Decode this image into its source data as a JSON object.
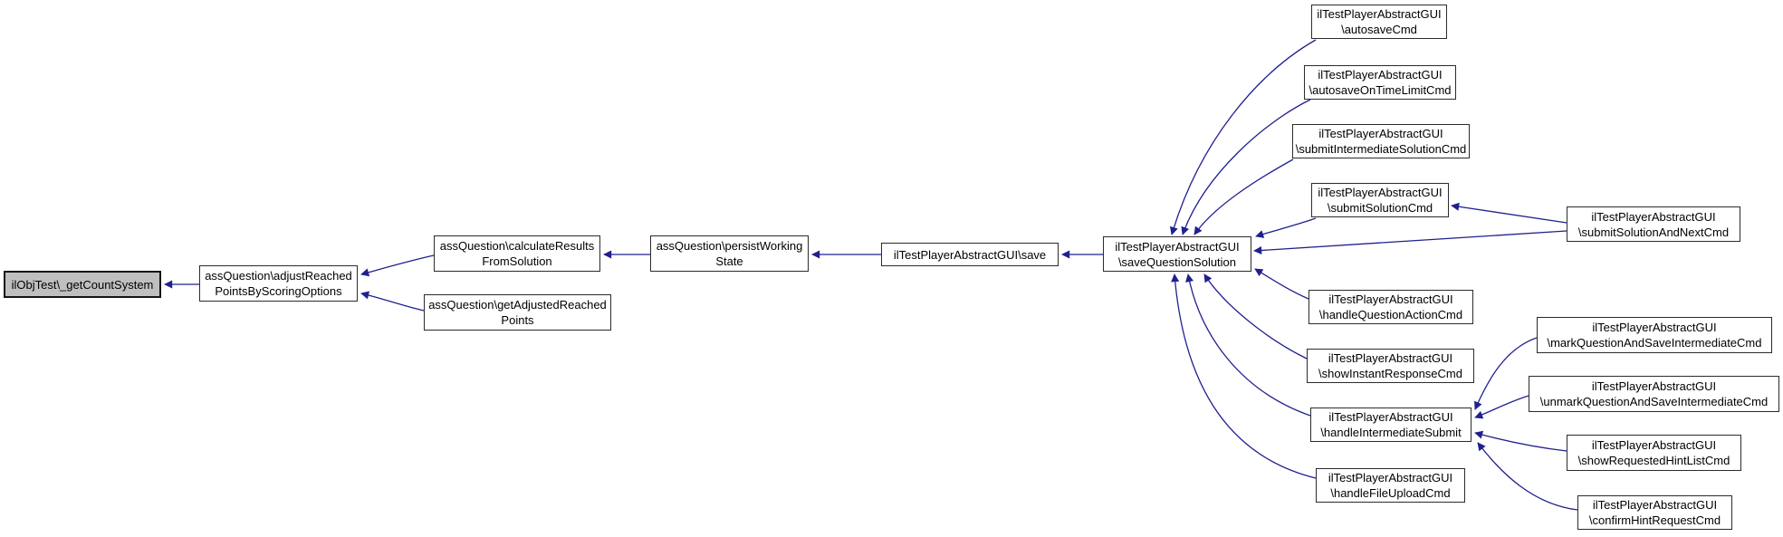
{
  "diagram": {
    "kind": "caller-graph",
    "colors": {
      "background": "#ffffff",
      "edge": "#20208f",
      "node_border": "#2b2b2b",
      "node_background": "#ffffff",
      "highlight_background": "#bfbfbf"
    },
    "highlighted_node": "ilObjTest\\_getCountSystem",
    "nodes": [
      {
        "id": "getCountSystem",
        "label": "ilObjTest\\_getCountSystem",
        "highlighted": true
      },
      {
        "id": "adjustReachedPoints",
        "label": "assQuestion\\adjustReached\nPointsByScoringOptions",
        "highlighted": false
      },
      {
        "id": "calculateResults",
        "label": "assQuestion\\calculateResults\nFromSolution",
        "highlighted": false
      },
      {
        "id": "getAdjustedReachedPoints",
        "label": "assQuestion\\getAdjustedReached\nPoints",
        "highlighted": false
      },
      {
        "id": "persistWorkingState",
        "label": "assQuestion\\persistWorking\nState",
        "highlighted": false
      },
      {
        "id": "save",
        "label": "ilTestPlayerAbstractGUI\\save",
        "highlighted": false
      },
      {
        "id": "saveQuestionSolution",
        "label": "ilTestPlayerAbstractGUI\n\\saveQuestionSolution",
        "highlighted": false
      },
      {
        "id": "autosaveCmd",
        "label": "ilTestPlayerAbstractGUI\n\\autosaveCmd",
        "highlighted": false
      },
      {
        "id": "autosaveOnTimeLimitCmd",
        "label": "ilTestPlayerAbstractGUI\n\\autosaveOnTimeLimitCmd",
        "highlighted": false
      },
      {
        "id": "submitIntermediateSolutionCmd",
        "label": "ilTestPlayerAbstractGUI\n\\submitIntermediateSolutionCmd",
        "highlighted": false
      },
      {
        "id": "submitSolutionCmd",
        "label": "ilTestPlayerAbstractGUI\n\\submitSolutionCmd",
        "highlighted": false
      },
      {
        "id": "submitSolutionAndNextCmd",
        "label": "ilTestPlayerAbstractGUI\n\\submitSolutionAndNextCmd",
        "highlighted": false
      },
      {
        "id": "handleQuestionActionCmd",
        "label": "ilTestPlayerAbstractGUI\n\\handleQuestionActionCmd",
        "highlighted": false
      },
      {
        "id": "showInstantResponseCmd",
        "label": "ilTestPlayerAbstractGUI\n\\showInstantResponseCmd",
        "highlighted": false
      },
      {
        "id": "handleIntermediateSubmit",
        "label": "ilTestPlayerAbstractGUI\n\\handleIntermediateSubmit",
        "highlighted": false
      },
      {
        "id": "handleFileUploadCmd",
        "label": "ilTestPlayerAbstractGUI\n\\handleFileUploadCmd",
        "highlighted": false
      },
      {
        "id": "markQuestionAndSaveIntermediateCmd",
        "label": "ilTestPlayerAbstractGUI\n\\markQuestionAndSaveIntermediateCmd",
        "highlighted": false
      },
      {
        "id": "unmarkQuestionAndSaveIntermediateCmd",
        "label": "ilTestPlayerAbstractGUI\n\\unmarkQuestionAndSaveIntermediateCmd",
        "highlighted": false
      },
      {
        "id": "showRequestedHintListCmd",
        "label": "ilTestPlayerAbstractGUI\n\\showRequestedHintListCmd",
        "highlighted": false
      },
      {
        "id": "confirmHintRequestCmd",
        "label": "ilTestPlayerAbstractGUI\n\\confirmHintRequestCmd",
        "highlighted": false
      }
    ],
    "edges": [
      {
        "from": "adjustReachedPoints",
        "to": "getCountSystem"
      },
      {
        "from": "calculateResults",
        "to": "adjustReachedPoints"
      },
      {
        "from": "getAdjustedReachedPoints",
        "to": "adjustReachedPoints"
      },
      {
        "from": "persistWorkingState",
        "to": "calculateResults"
      },
      {
        "from": "save",
        "to": "persistWorkingState"
      },
      {
        "from": "saveQuestionSolution",
        "to": "save"
      },
      {
        "from": "autosaveCmd",
        "to": "saveQuestionSolution"
      },
      {
        "from": "autosaveOnTimeLimitCmd",
        "to": "saveQuestionSolution"
      },
      {
        "from": "submitIntermediateSolutionCmd",
        "to": "saveQuestionSolution"
      },
      {
        "from": "submitSolutionCmd",
        "to": "saveQuestionSolution"
      },
      {
        "from": "submitSolutionAndNextCmd",
        "to": "submitSolutionCmd"
      },
      {
        "from": "submitSolutionAndNextCmd",
        "to": "saveQuestionSolution"
      },
      {
        "from": "handleQuestionActionCmd",
        "to": "saveQuestionSolution"
      },
      {
        "from": "showInstantResponseCmd",
        "to": "saveQuestionSolution"
      },
      {
        "from": "handleIntermediateSubmit",
        "to": "saveQuestionSolution"
      },
      {
        "from": "handleFileUploadCmd",
        "to": "saveQuestionSolution"
      },
      {
        "from": "markQuestionAndSaveIntermediateCmd",
        "to": "handleIntermediateSubmit"
      },
      {
        "from": "unmarkQuestionAndSaveIntermediateCmd",
        "to": "handleIntermediateSubmit"
      },
      {
        "from": "showRequestedHintListCmd",
        "to": "handleIntermediateSubmit"
      },
      {
        "from": "confirmHintRequestCmd",
        "to": "handleIntermediateSubmit"
      }
    ]
  }
}
